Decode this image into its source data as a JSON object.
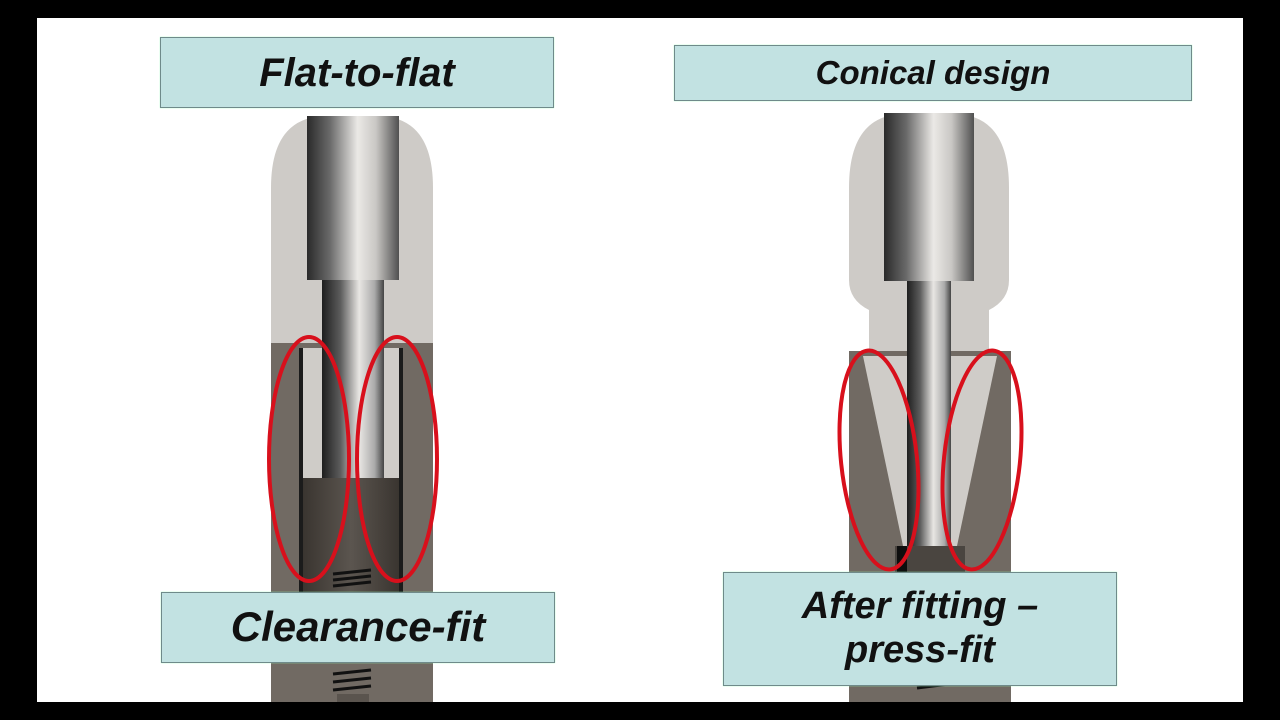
{
  "slide": {
    "background": "#ffffff",
    "frame_color": "#000000"
  },
  "left_panel": {
    "title": "Flat-to-flat",
    "caption": "Clearance-fit",
    "highlight_color": "#d8101c",
    "highlight_count": 2
  },
  "right_panel": {
    "title": "Conical design",
    "caption_line1": "After fitting –",
    "caption_line2": "press-fit",
    "highlight_color": "#d8101c",
    "highlight_count": 2
  },
  "colors": {
    "label_fill": "#c2e2e2",
    "label_border": "#6f8a8a",
    "abutment_light": "#cdcac6",
    "implant_dark": "#6f6861",
    "screw_metal": "#8a8a8a"
  }
}
